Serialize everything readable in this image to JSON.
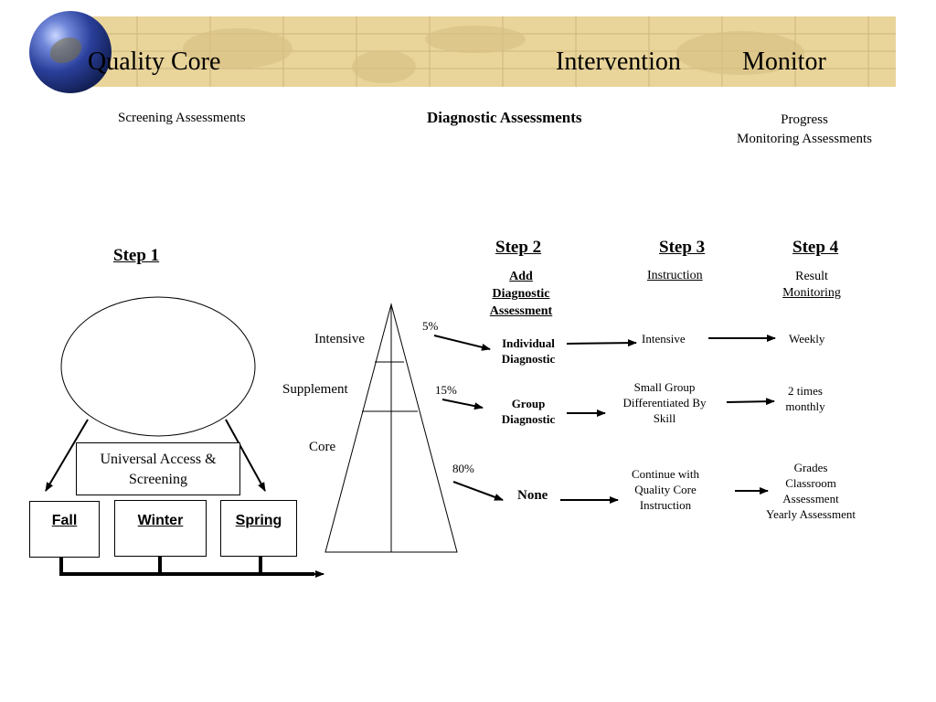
{
  "header": {
    "title_left": "Quality Core",
    "title_mid": "Intervention",
    "title_right": "Monitor",
    "sub_left": "Screening Assessments",
    "sub_mid": "Diagnostic Assessments",
    "sub_right_line1": "Progress",
    "sub_right_line2": "Monitoring Assessments"
  },
  "step1": {
    "label": "Step 1",
    "box_line1": "Universal Access &",
    "box_line2": "Screening",
    "seasons": [
      "Fall",
      "Winter",
      "Spring"
    ]
  },
  "triangle": {
    "levels": [
      "Intensive",
      "Supplement",
      "Core"
    ],
    "percents": [
      "5%",
      "15%",
      "80%"
    ]
  },
  "step2": {
    "label": "Step 2",
    "head_line1": "Add",
    "head_line2": "Diagnostic",
    "head_line3": "Assessment",
    "row1_line1": "Individual",
    "row1_line2": "Diagnostic",
    "row2_line1": "Group",
    "row2_line2": "Diagnostic",
    "row3": "None"
  },
  "step3": {
    "label": "Step 3",
    "head": "Instruction",
    "row1": "Intensive",
    "row2_line1": "Small Group",
    "row2_line2": "Differentiated By",
    "row2_line3": "Skill",
    "row3_line1": "Continue with",
    "row3_line2": "Quality Core",
    "row3_line3": "Instruction"
  },
  "step4": {
    "label": "Step 4",
    "head_line1": "Result",
    "head_line2": "Monitoring",
    "row1": "Weekly",
    "row2_line1": "2 times",
    "row2_line2": "monthly",
    "row3_line1": "Grades",
    "row3_line2": "Classroom",
    "row3_line3": "Assessment",
    "row3_line4": "Yearly Assessment"
  },
  "colors": {
    "banner": "#e9d49a",
    "banner_grid": "#c9b27a"
  }
}
